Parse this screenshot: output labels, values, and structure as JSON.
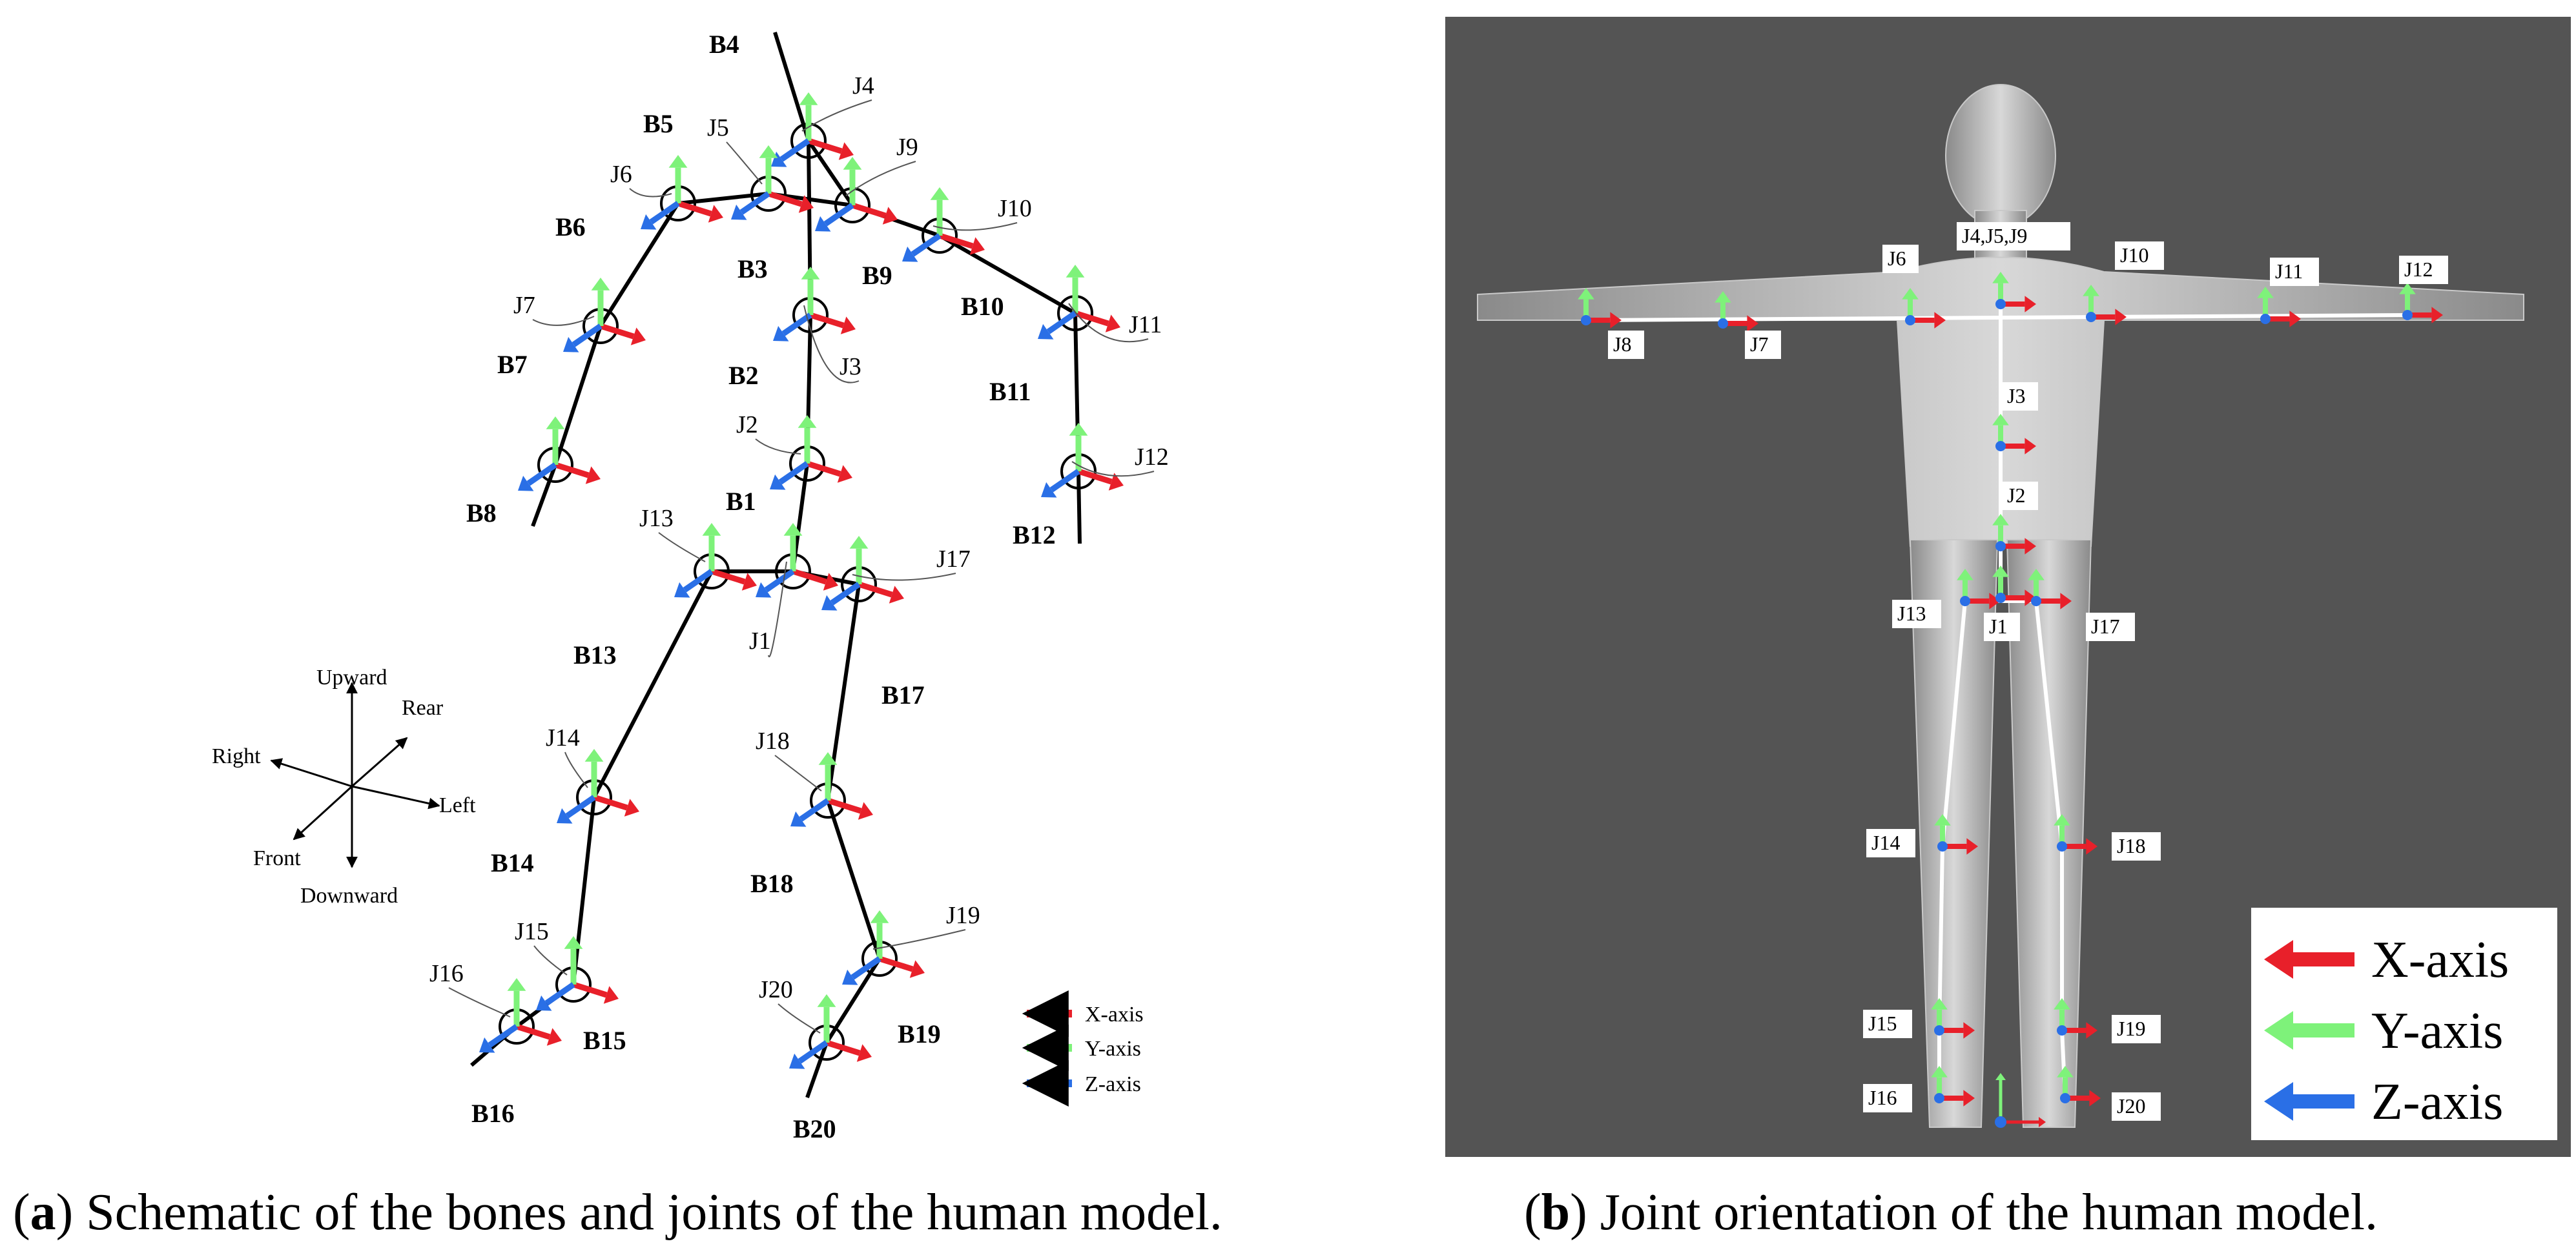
{
  "panel_a": {
    "caption_tag": "a",
    "caption_text": "Schematic of the bones and joints of the human model.",
    "bones": [
      "B4",
      "B5",
      "B6",
      "B3",
      "B9",
      "B10",
      "B7",
      "B2",
      "B11",
      "B1",
      "B8",
      "B12",
      "B13",
      "B17",
      "B14",
      "B18",
      "B15",
      "B19",
      "B16",
      "B20"
    ],
    "joints": [
      "J4",
      "J5",
      "J9",
      "J6",
      "J10",
      "J7",
      "J11",
      "J3",
      "J2",
      "J12",
      "J13",
      "J17",
      "J1",
      "J14",
      "J18",
      "J19",
      "J15",
      "J16",
      "J20"
    ],
    "directions": {
      "up": "Upward",
      "rear": "Rear",
      "right": "Right",
      "left": "Left",
      "front": "Front",
      "down": "Downward"
    },
    "legend": {
      "x": "X-axis",
      "y": "Y-axis",
      "z": "Z-axis"
    }
  },
  "panel_b": {
    "caption_tag": "b",
    "caption_text": "Joint orientation of the human model.",
    "joint_labels": [
      "J4,J5,J9",
      "J6",
      "J10",
      "J11",
      "J12",
      "J8",
      "J7",
      "J3",
      "J2",
      "J13",
      "J1",
      "J17",
      "J14",
      "J18",
      "J15",
      "J19",
      "J16",
      "J20"
    ],
    "legend": {
      "x": "X-axis",
      "y": "Y-axis",
      "z": "Z-axis"
    }
  },
  "colors": {
    "x_axis": "#e8202a",
    "y_axis": "#7ef27a",
    "z_axis": "#2a6fe6",
    "panel_bg": "#545454"
  }
}
